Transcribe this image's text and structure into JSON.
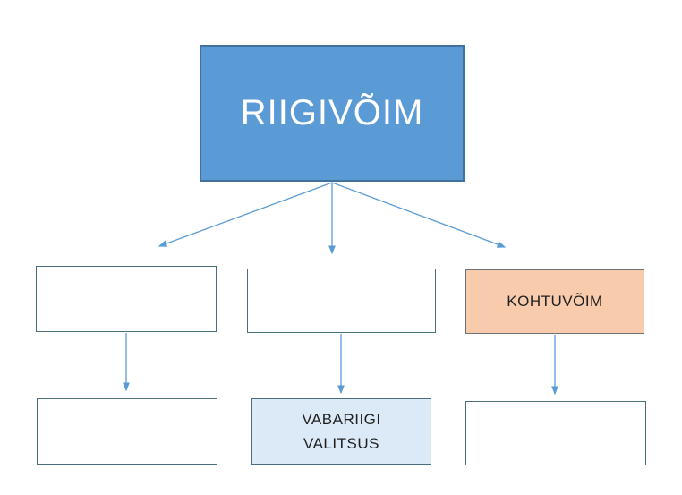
{
  "diagram": {
    "root": {
      "label": "RIIGIVÕIM"
    },
    "level2": [
      {
        "label": ""
      },
      {
        "label": ""
      },
      {
        "label": "KOHTUVÕIM"
      }
    ],
    "level3": [
      {
        "label": ""
      },
      {
        "label": "VABARIIGI VALITSUS",
        "line1": "VABARIIGI",
        "line2": "VALITSUS"
      },
      {
        "label": ""
      }
    ],
    "colors": {
      "background": "#ffffff",
      "root_fill": "#5b9bd5",
      "root_border": "#41719c",
      "root_text": "#ffffff",
      "empty_fill": "#ffffff",
      "box_border": "#4a6d7e",
      "court_fill": "#f8cbad",
      "court_border": "#6d7278",
      "gov_fill": "#dceaf7",
      "gov_border": "#4a6d7e",
      "arrow": "#5b9bd5",
      "label_text": "#1f1f1f"
    }
  }
}
